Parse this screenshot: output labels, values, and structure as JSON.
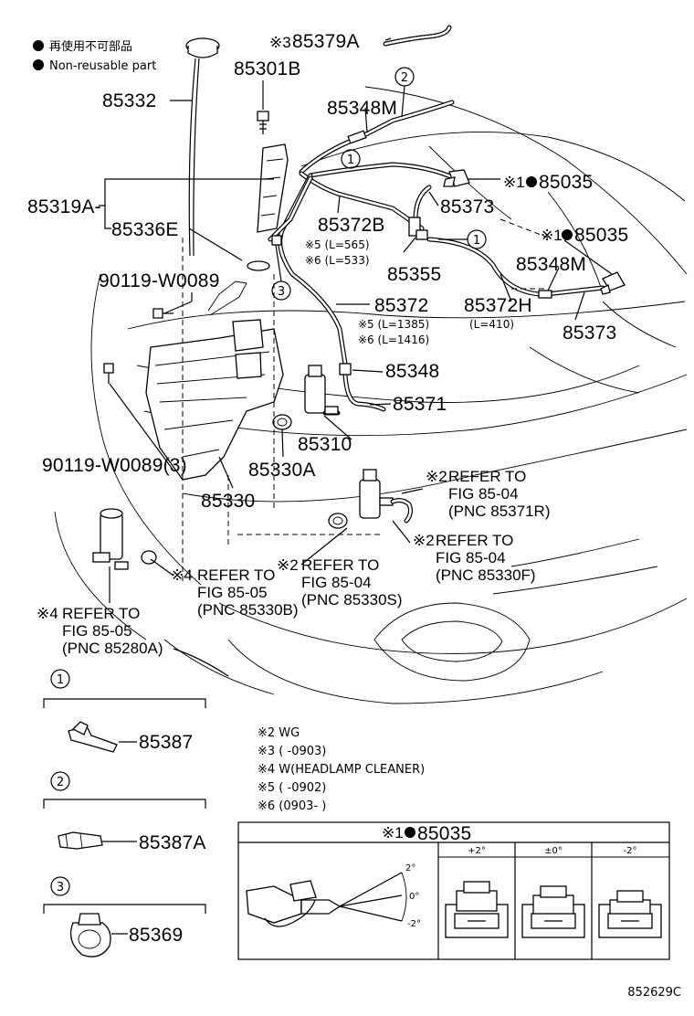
{
  "legend": {
    "non_reusable_jp": "再使用不可部品",
    "non_reusable_en": "Non-reusable part"
  },
  "parts": {
    "p85379A": "85379A",
    "p85301B": "85301B",
    "p85332": "85332",
    "p85348M_top": "85348M",
    "p85035_top": "85035",
    "p85319A": "85319A-",
    "p85373_top": "85373",
    "p85336E": "85336E",
    "p85372B": "85372B",
    "p85035_mid": "85035",
    "p90119_top": "90119-W0089",
    "p85355": "85355",
    "p85348M_mid": "85348M",
    "p85372": "85372",
    "p85372H": "85372H",
    "p85373_mid": "85373",
    "p85348": "85348",
    "p85371": "85371",
    "p85310": "85310",
    "p90119_bot": "90119-W0089(3)",
    "p85330A": "85330A",
    "p85330": "85330",
    "p85387": "85387",
    "p85387A": "85387A",
    "p85369": "85369",
    "p85035_box": "85035"
  },
  "marks": {
    "m3": "※3",
    "m1a": "※1",
    "m1b": "※1",
    "m1box": "※1",
    "m2a": "※2",
    "m2b": "※2",
    "m2c": "※2",
    "m4a": "※4",
    "m4b": "※4"
  },
  "lengths": {
    "l85372B_5": "※5 (L=565)",
    "l85372B_6": "※6 (L=533)",
    "l85372_5": "※5 (L=1385)",
    "l85372_6": "※6 (L=1416)",
    "l85372H": "(L=410)"
  },
  "refs": {
    "r1_line1": "REFER TO",
    "r1_line2": "FIG 85-04",
    "r1_line3": "(PNC 85371R)",
    "r2_line1": "REFER TO",
    "r2_line2": "FIG 85-04",
    "r2_line3": "(PNC 85330F)",
    "r3_line1": "REFER TO",
    "r3_line2": "FIG 85-04",
    "r3_line3": "(PNC 85330S)",
    "r4_line1": "REFER TO",
    "r4_line2": "FIG 85-05",
    "r4_line3": "(PNC 85330B)",
    "r5_line1": "REFER TO",
    "r5_line2": "FIG 85-05",
    "r5_line3": "(PNC 85280A)"
  },
  "callouts": {
    "c1": "1",
    "c2": "2",
    "c1b": "1",
    "c3": "3",
    "k1": "1",
    "k2": "2",
    "k3": "3"
  },
  "footnotes": {
    "n2": "※2 WG",
    "n3": "※3 (        -0903)",
    "n4": "※4 W(HEADLAMP CLEANER)",
    "n5": "※5 (        -0902)",
    "n6": "※6 (0903-        )"
  },
  "angle_box": {
    "col_plus": "+2°",
    "col_zero": "±0°",
    "col_minus": "-2°",
    "a_p2": "2°",
    "a_0": "0°",
    "a_m2": "-2°"
  },
  "figure_id": "852629C"
}
